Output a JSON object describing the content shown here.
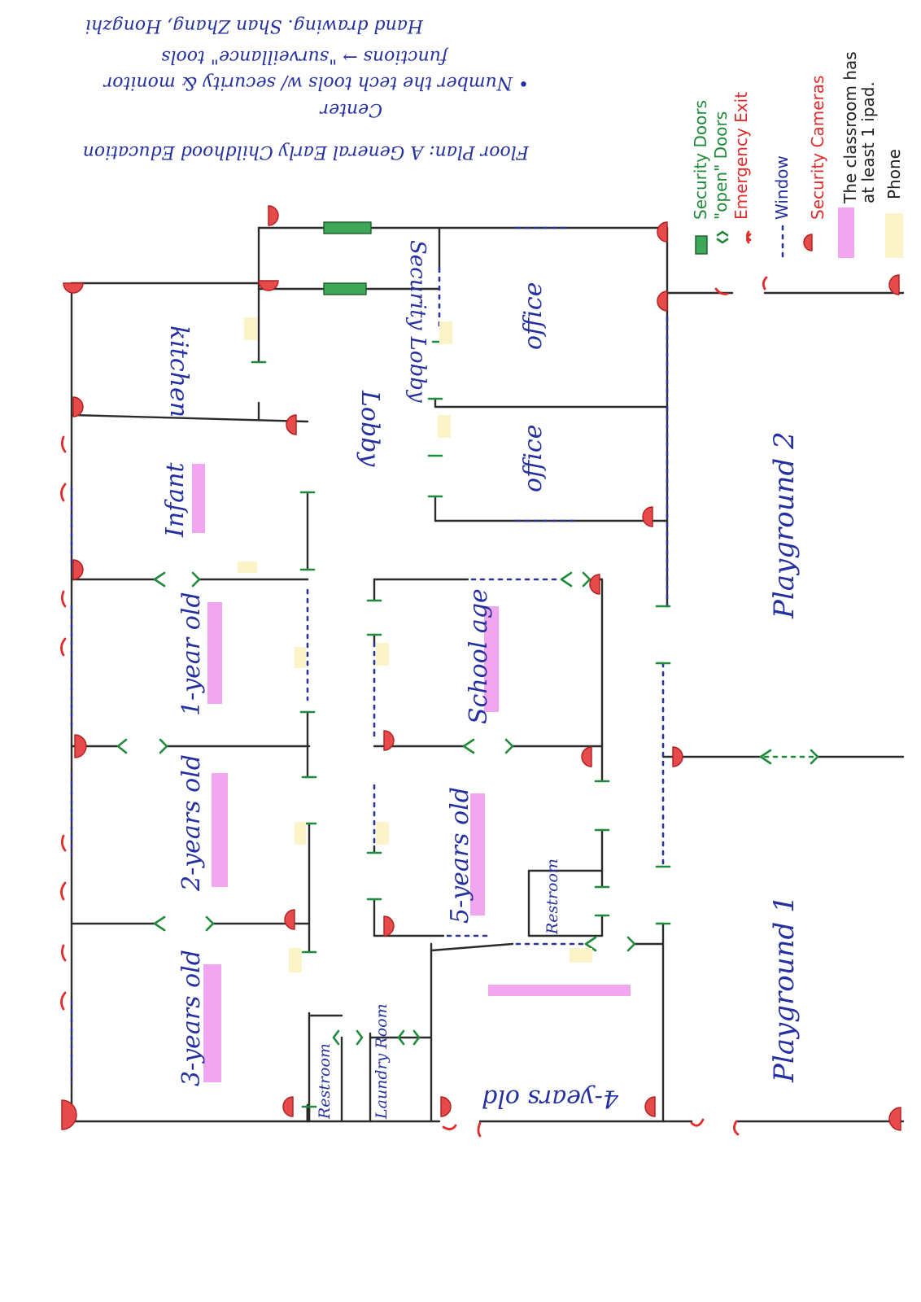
{
  "notes": {
    "line1": "Floor Plan: A General Early Childhood Education",
    "line2": "Center",
    "line3": "• Number the tech tools w/ security & monitor",
    "line4": "functions → \"surveillance\" tools",
    "line5": "Hand drawing. Shan Zhang, Hongzhi"
  },
  "rooms": {
    "security_lobby": "Security Lobby",
    "kitchen": "kitchen",
    "lobby": "Lobby",
    "office_1": "office",
    "office_2": "office",
    "infant": "Infant",
    "one_year": "1-year old",
    "two_year": "2-years old",
    "three_year": "3-years old",
    "school_age": "School age",
    "five_year": "5-years old",
    "four_year": "4-years old",
    "restroom_a": "Restroom",
    "restroom_b": "Restroom",
    "laundry": "Laundry Room",
    "playground_1": "Playground 1",
    "playground_2": "Playground 2"
  },
  "legend": {
    "security_doors": "Security Doors",
    "open_doors": "\"open\" Doors",
    "emergency_exit": "Emergency Exit",
    "window": "Window",
    "security_cameras": "Security Cameras",
    "ipad_line1": "The classroom has",
    "ipad_line2": "at least 1 ipad.",
    "phone": "Phone"
  },
  "colors": {
    "ink_blue": "#2530a0",
    "door_green": "#1f8a3a",
    "exit_red": "#e02b2b",
    "ipad_pink": "#f1a6f0",
    "phone_yellow": "#fbf4c8"
  }
}
